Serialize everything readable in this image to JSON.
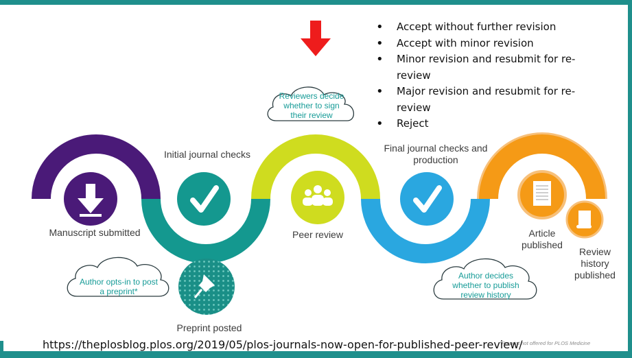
{
  "stages": {
    "manuscript": "Manuscript submitted",
    "initial_checks": "Initial journal checks",
    "peer_review": "Peer review",
    "final_checks": "Final journal checks and production",
    "article_published": "Article published",
    "review_history_published": "Review history published",
    "preprint_posted": "Preprint posted"
  },
  "clouds": {
    "reviewers": "Reviewers decide whether to sign their review",
    "author_preprint": "Author opts-in to post a preprint*",
    "author_history": "Author decides whether to publish review history"
  },
  "decisions": [
    "Accept without further revision",
    "Accept with minor revision",
    "Minor revision and resubmit for re-review",
    "Major revision and resubmit for re-review",
    "Reject"
  ],
  "source_url": "https://theplosblog.plos.org/2019/05/plos-journals-now-open-for-published-peer-review/",
  "footnote": "*Preprint not offered for PLOS Medicine",
  "colors": {
    "purple": "#4a1a78",
    "teal": "#14988f",
    "lime": "#cfdc1f",
    "blue": "#2aa7e0",
    "orange": "#f59a16",
    "light_orange": "#f7c07a",
    "arrow_red": "#ee1c1c",
    "frame": "#1f8f8c"
  },
  "icons": [
    "down-arrow-icon",
    "checkmark-icon",
    "people-icon",
    "checkmark-icon",
    "document-icon",
    "scroll-icon",
    "pushpin-icon",
    "red-down-arrow-icon"
  ]
}
